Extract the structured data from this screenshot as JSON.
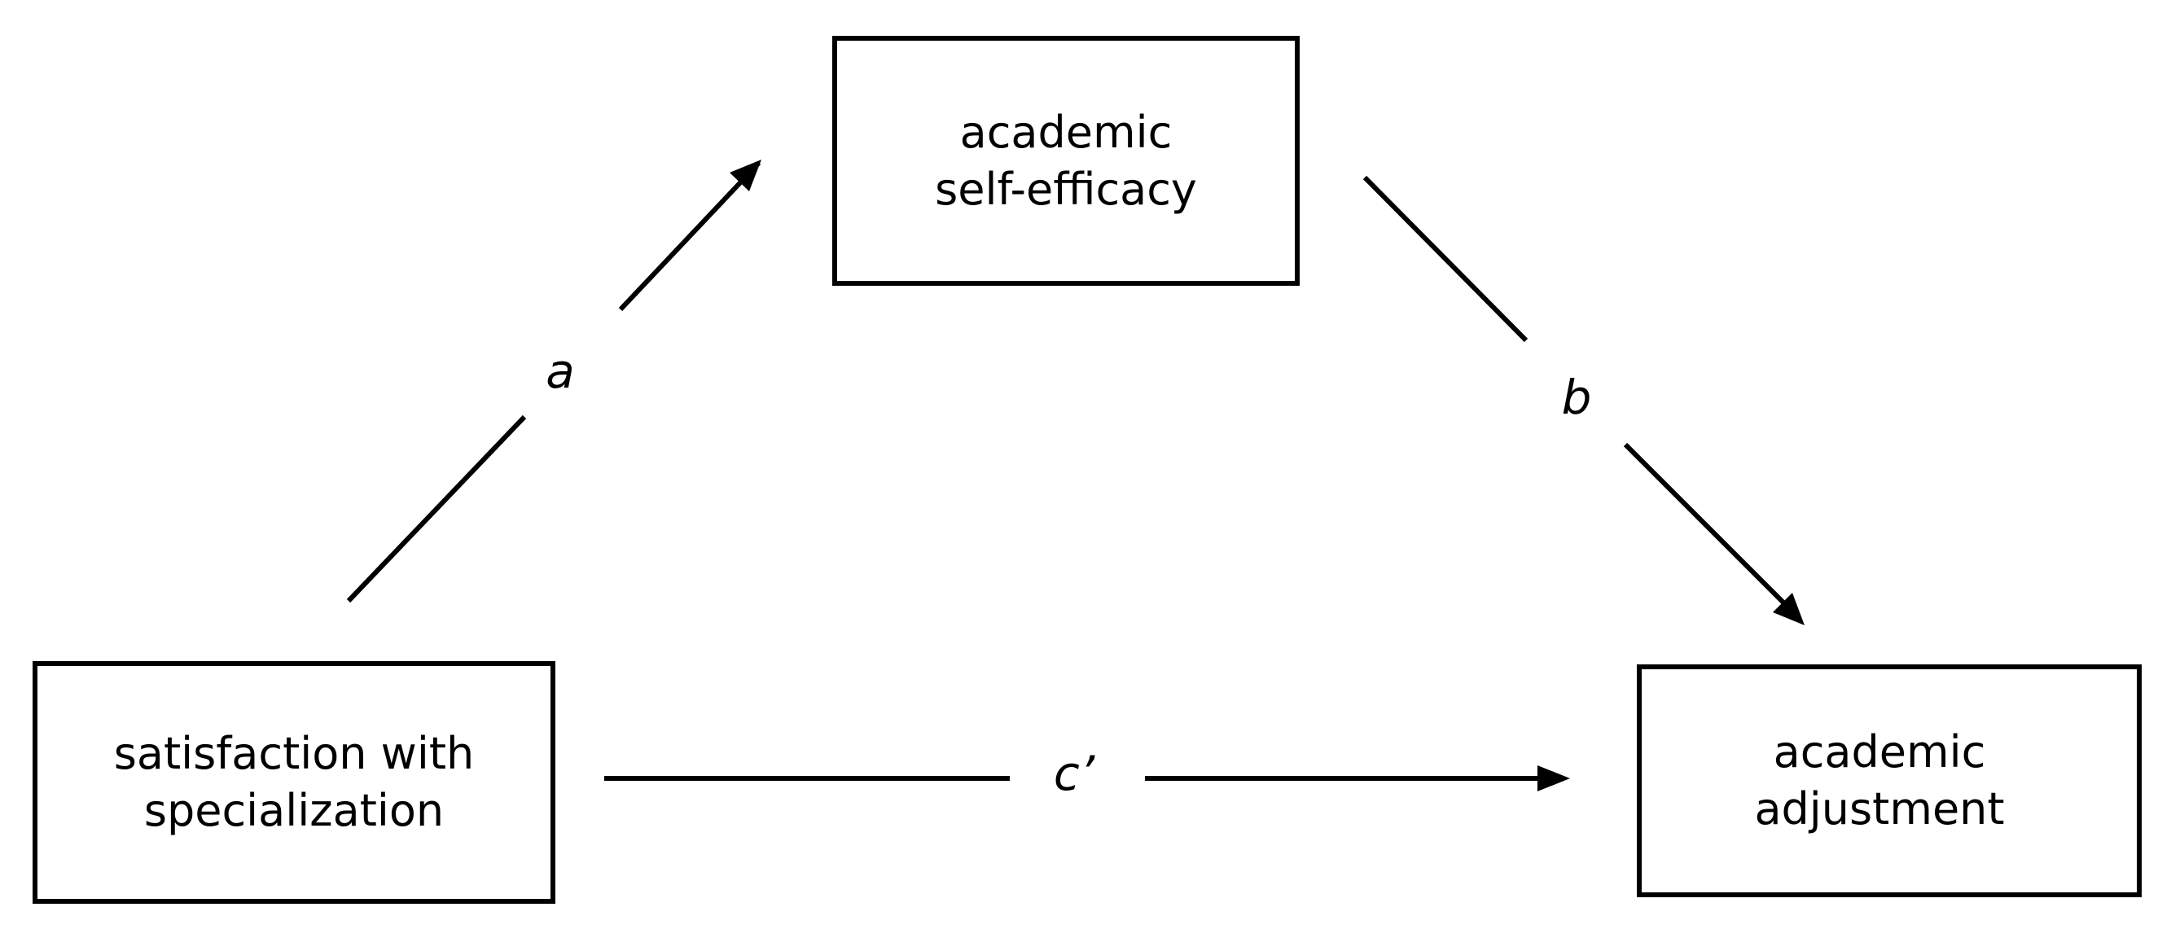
{
  "nodes": {
    "mediator": {
      "line1": "academic",
      "line2": "self-efficacy"
    },
    "predictor": {
      "line1": "satisfaction with",
      "line2": "specialization"
    },
    "outcome": {
      "line1": "academic",
      "line2": "adjustment"
    }
  },
  "paths": {
    "a": "a",
    "b": "b",
    "c_prime": "c’"
  },
  "colors": {
    "stroke": "#000000",
    "background": "#ffffff"
  }
}
